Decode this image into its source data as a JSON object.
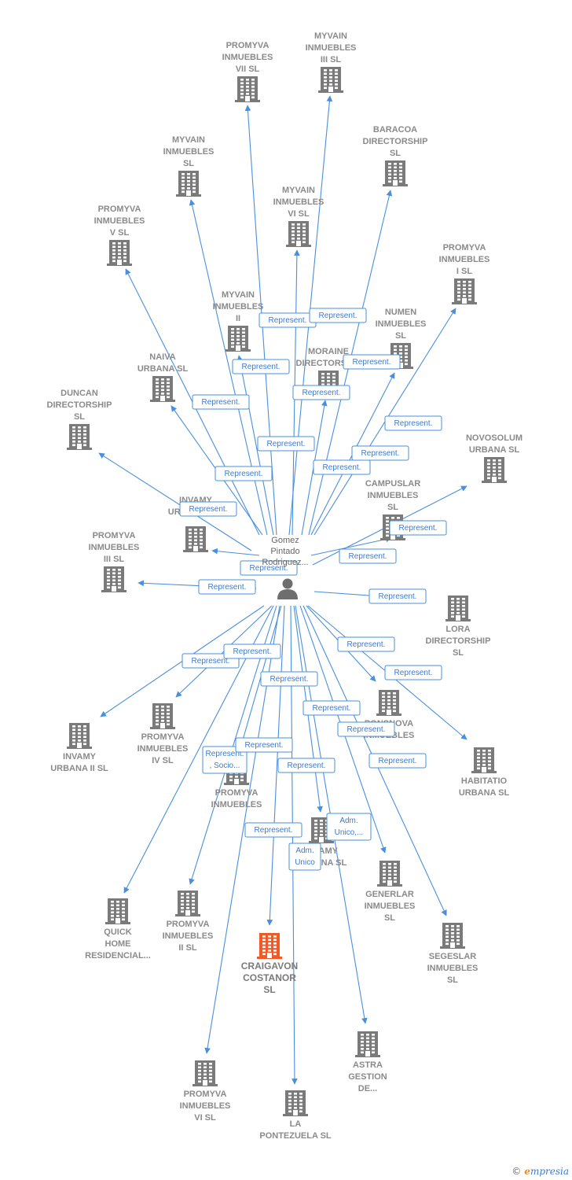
{
  "diagram": {
    "center_person": {
      "label_lines": [
        "Gomez",
        "Pintado",
        "Rodriguez..."
      ]
    },
    "colors": {
      "edge": "#4a8fdc",
      "building": "#7a7a7a",
      "focus": "#f05a28",
      "edge_label": "#3a7bd5"
    },
    "companies": [
      {
        "id": "promyva-vii",
        "label_lines": [
          "PROMYVA",
          "INMUEBLES",
          "VII  SL"
        ]
      },
      {
        "id": "myvain-iii",
        "label_lines": [
          "MYVAIN",
          "INMUEBLES",
          "III  SL"
        ]
      },
      {
        "id": "baracoa",
        "label_lines": [
          "BARACOA",
          "DIRECTORSHIP",
          "SL"
        ]
      },
      {
        "id": "myvain",
        "label_lines": [
          "MYVAIN",
          "INMUEBLES",
          "SL"
        ]
      },
      {
        "id": "myvain-vi",
        "label_lines": [
          "MYVAIN",
          "INMUEBLES",
          "VI  SL"
        ]
      },
      {
        "id": "promyva-v",
        "label_lines": [
          "PROMYVA",
          "INMUEBLES",
          "V  SL"
        ]
      },
      {
        "id": "promyva-i",
        "label_lines": [
          "PROMYVA",
          "INMUEBLES",
          "I  SL"
        ]
      },
      {
        "id": "myvain-ii",
        "label_lines": [
          "MYVAIN",
          "INMUEBLES",
          "II"
        ]
      },
      {
        "id": "numen",
        "label_lines": [
          "NUMEN",
          "INMUEBLES",
          "SL"
        ]
      },
      {
        "id": "moraine",
        "label_lines": [
          "MORAINE",
          "DIRECTORSHIP"
        ]
      },
      {
        "id": "naiva",
        "label_lines": [
          "NAIVA",
          "URBANA  SL"
        ]
      },
      {
        "id": "duncan",
        "label_lines": [
          "DUNCAN",
          "DIRECTORSHIP",
          "SL"
        ]
      },
      {
        "id": "novosolum",
        "label_lines": [
          "NOVOSOLUM",
          "URBANA  SL"
        ]
      },
      {
        "id": "campuslar",
        "label_lines": [
          "CAMPUSLAR",
          "INMUEBLES",
          "SL"
        ]
      },
      {
        "id": "invamy-urbana-i",
        "label_lines": [
          "INVAMY",
          "URBANA I  SL"
        ]
      },
      {
        "id": "promyva-iii",
        "label_lines": [
          "PROMYVA",
          "INMUEBLES",
          "III  SL"
        ]
      },
      {
        "id": "lora",
        "label_lines": [
          "LORA",
          "DIRECTORSHIP",
          "SL"
        ]
      },
      {
        "id": "ponsnova",
        "label_lines": [
          "PONSNOVA",
          "INMUEBLES"
        ]
      },
      {
        "id": "invamy-ii",
        "label_lines": [
          "INVAMY",
          "URBANA II  SL"
        ]
      },
      {
        "id": "promyva-iv",
        "label_lines": [
          "PROMYVA",
          "INMUEBLES",
          "IV  SL"
        ]
      },
      {
        "id": "habitatio",
        "label_lines": [
          "HABITATIO",
          "URBANA  SL"
        ]
      },
      {
        "id": "promyva",
        "label_lines": [
          "PROMYVA",
          "INMUEBLES"
        ]
      },
      {
        "id": "invamy-urbana",
        "label_lines": [
          "INVAMY",
          "URBANA  SL"
        ]
      },
      {
        "id": "quick-home",
        "label_lines": [
          "QUICK",
          "HOME",
          "RESIDENCIAL..."
        ]
      },
      {
        "id": "promyva-ii",
        "label_lines": [
          "PROMYVA",
          "INMUEBLES",
          "II  SL"
        ]
      },
      {
        "id": "generlar",
        "label_lines": [
          "GENERLAR",
          "INMUEBLES",
          "SL"
        ]
      },
      {
        "id": "segeslar",
        "label_lines": [
          "SEGESLAR",
          "INMUEBLES",
          "SL"
        ]
      },
      {
        "id": "craigavon",
        "label_lines": [
          "CRAIGAVON",
          "COSTANOR",
          "SL"
        ],
        "focus": true
      },
      {
        "id": "astra",
        "label_lines": [
          "ASTRA",
          "GESTION",
          "DE..."
        ]
      },
      {
        "id": "promyva-vi",
        "label_lines": [
          "PROMYVA",
          "INMUEBLES",
          "VI  SL"
        ]
      },
      {
        "id": "la-pontezuela",
        "label_lines": [
          "LA",
          "PONTEZUELA SL"
        ]
      }
    ],
    "edges": [
      {
        "target": "promyva-vii",
        "label_lines": [
          "Represent."
        ]
      },
      {
        "target": "myvain-iii",
        "label_lines": [
          "Represent."
        ]
      },
      {
        "target": "baracoa",
        "label_lines": [
          "Represent."
        ]
      },
      {
        "target": "myvain",
        "label_lines": [
          "Represent."
        ]
      },
      {
        "target": "myvain-vi",
        "label_lines": [
          "Represent."
        ]
      },
      {
        "target": "promyva-v",
        "label_lines": [
          "Represent."
        ]
      },
      {
        "target": "promyva-i",
        "label_lines": [
          "Represent."
        ]
      },
      {
        "target": "myvain-ii",
        "label_lines": [
          "Represent."
        ]
      },
      {
        "target": "numen",
        "label_lines": [
          "Represent."
        ]
      },
      {
        "target": "moraine",
        "label_lines": [
          "Represent."
        ]
      },
      {
        "target": "naiva",
        "label_lines": [
          "Represent."
        ]
      },
      {
        "target": "duncan",
        "label_lines": [
          "Represent."
        ]
      },
      {
        "target": "novosolum",
        "label_lines": [
          "Represent."
        ]
      },
      {
        "target": "campuslar",
        "label_lines": [
          "Represent."
        ]
      },
      {
        "target": "invamy-urbana-i",
        "label_lines": [
          "Represent."
        ]
      },
      {
        "target": "promyva-iii",
        "label_lines": [
          "Represent."
        ]
      },
      {
        "target": "lora",
        "label_lines": [
          "Represent."
        ]
      },
      {
        "target": "ponsnova",
        "label_lines": [
          "Represent."
        ]
      },
      {
        "target": "invamy-ii",
        "label_lines": [
          "Represent."
        ]
      },
      {
        "target": "promyva-iv",
        "label_lines": [
          "Represent."
        ]
      },
      {
        "target": "habitatio",
        "label_lines": [
          "Represent."
        ]
      },
      {
        "target": "promyva",
        "label_lines": [
          "Represent."
        ]
      },
      {
        "target": "invamy-urbana",
        "label_lines": [
          "Adm.",
          "Unico,..."
        ]
      },
      {
        "target": "quick-home",
        "label_lines": [
          "Represent.",
          ", Socio..."
        ]
      },
      {
        "target": "promyva-ii",
        "label_lines": [
          "Represent."
        ]
      },
      {
        "target": "generlar",
        "label_lines": [
          "Represent."
        ]
      },
      {
        "target": "segeslar",
        "label_lines": [
          "Represent."
        ]
      },
      {
        "target": "craigavon",
        "label_lines": [
          "Adm.",
          "Unico"
        ]
      },
      {
        "target": "astra",
        "label_lines": [
          "Represent."
        ]
      },
      {
        "target": "promyva-vi",
        "label_lines": [
          "Represent."
        ]
      },
      {
        "target": "la-pontezuela",
        "label_lines": [
          "Represent."
        ]
      }
    ]
  },
  "footer": {
    "copyright": "©",
    "brand_first": "e",
    "brand_rest": "mpresia"
  }
}
